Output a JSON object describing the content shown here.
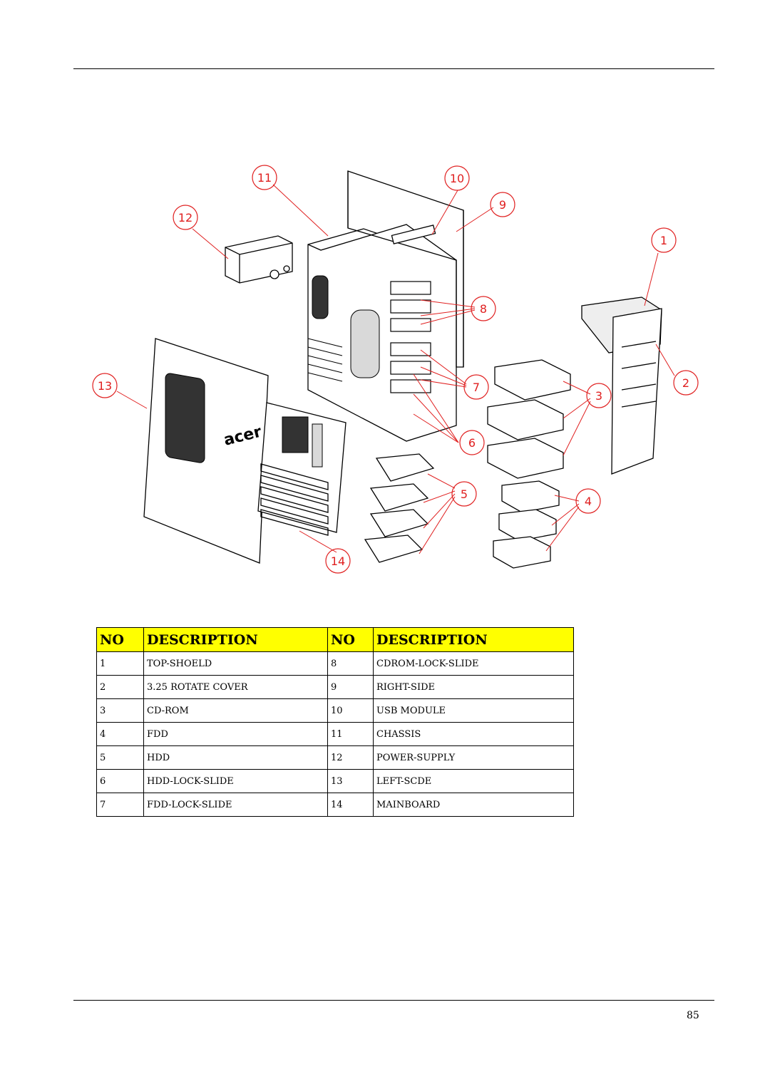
{
  "callouts": [
    "1",
    "2",
    "3",
    "4",
    "5",
    "6",
    "7",
    "8",
    "9",
    "10",
    "11",
    "12",
    "13",
    "14"
  ],
  "table": {
    "headers": {
      "no_left": "NO",
      "desc_left": "DESCRIPTION",
      "no_right": "NO",
      "desc_right": "DESCRIPTION"
    },
    "rows": [
      {
        "no_left": "1",
        "desc_left": "TOP-SHOELD",
        "no_right": "8",
        "desc_right": "CDROM-LOCK-SLIDE"
      },
      {
        "no_left": "2",
        "desc_left": "3.25 ROTATE COVER",
        "no_right": "9",
        "desc_right": "RIGHT-SIDE"
      },
      {
        "no_left": "3",
        "desc_left": "CD-ROM",
        "no_right": "10",
        "desc_right": "USB MODULE"
      },
      {
        "no_left": "4",
        "desc_left": "FDD",
        "no_right": "11",
        "desc_right": "CHASSIS"
      },
      {
        "no_left": "5",
        "desc_left": "HDD",
        "no_right": "12",
        "desc_right": "POWER-SUPPLY"
      },
      {
        "no_left": "6",
        "desc_left": "HDD-LOCK-SLIDE",
        "no_right": "13",
        "desc_right": "LEFT-SCDE"
      },
      {
        "no_left": "7",
        "desc_left": "FDD-LOCK-SLIDE",
        "no_right": "14",
        "desc_right": "MAINBOARD"
      }
    ]
  },
  "page_number": "85",
  "colors": {
    "header_fill": "#ffff00",
    "callout_red": "#e02020"
  }
}
